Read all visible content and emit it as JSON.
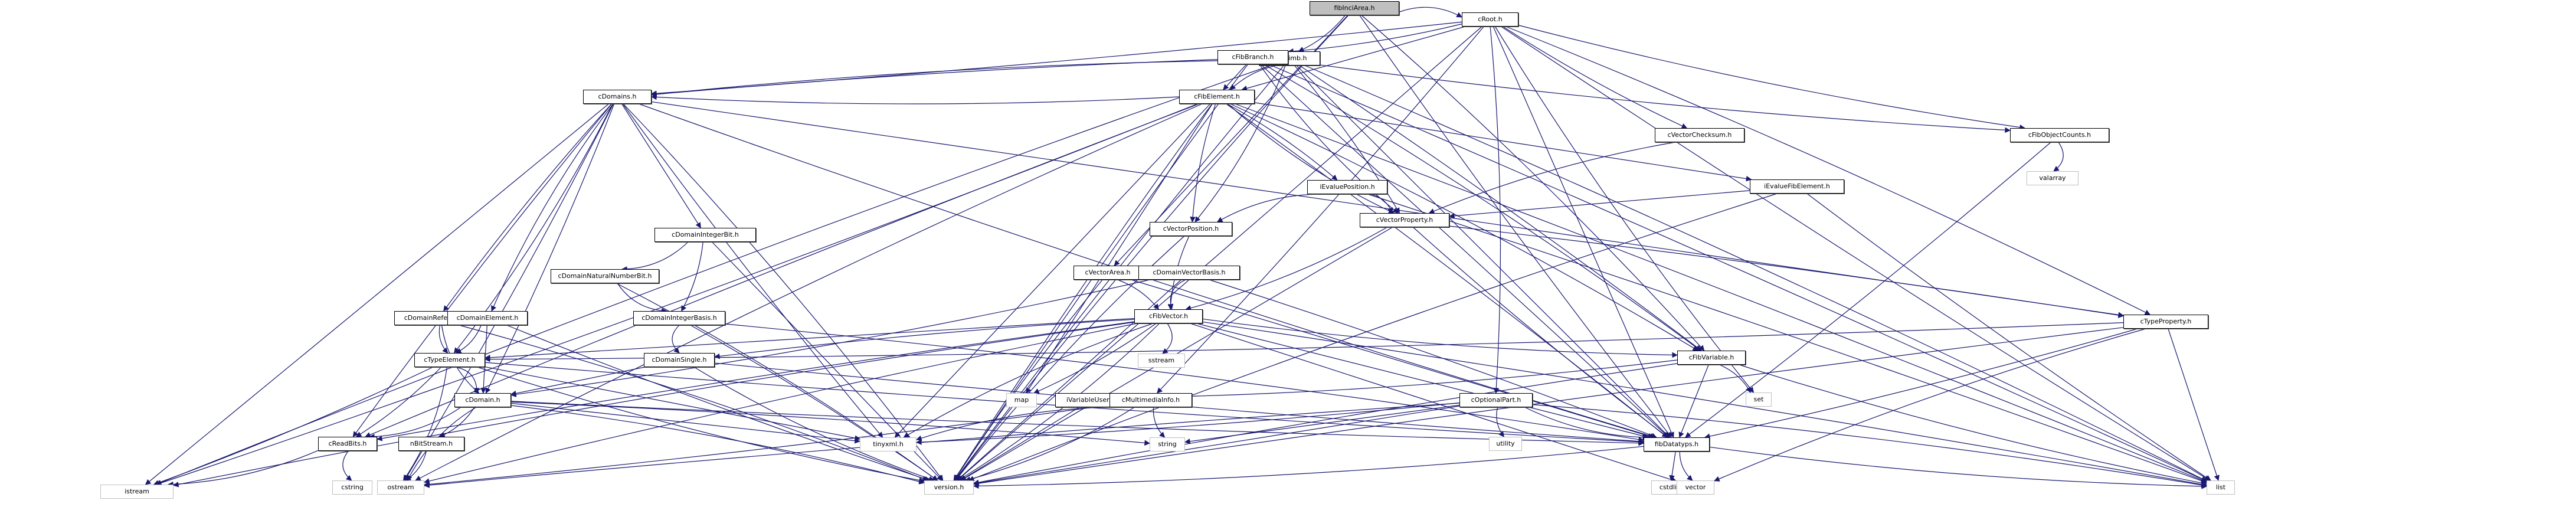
{
  "title": "fibIncitArea.h include dependency graph",
  "colors": {
    "edge": "#191970",
    "node_border": "#000000",
    "system_border": "#bfbfbf",
    "root_fill": "#bfbfbf"
  },
  "nodes": [
    {
      "id": "root",
      "label": "fibInciArea.h",
      "kind": "root"
    },
    {
      "id": "cRoot",
      "label": "cRoot.h",
      "kind": "local"
    },
    {
      "id": "cFibLimb",
      "label": "cFibLimb.h",
      "kind": "local"
    },
    {
      "id": "cFibBranch",
      "label": "cFibBranch.h",
      "kind": "local"
    },
    {
      "id": "cFibElement",
      "label": "cFibElement.h",
      "kind": "local"
    },
    {
      "id": "cVectorChecksum",
      "label": "cVectorChecksum.h",
      "kind": "local"
    },
    {
      "id": "cFibObjectCounts",
      "label": "cFibObjectCounts.h",
      "kind": "local"
    },
    {
      "id": "valarray",
      "label": "valarray",
      "kind": "sys"
    },
    {
      "id": "cDomains",
      "label": "cDomains.h",
      "kind": "local"
    },
    {
      "id": "iEvaluePosition",
      "label": "iEvaluePosition.h",
      "kind": "local"
    },
    {
      "id": "iEvalueFibElement",
      "label": "iEvalueFibElement.h",
      "kind": "local"
    },
    {
      "id": "cDomainIntegerBit",
      "label": "cDomainIntegerBit.h",
      "kind": "local"
    },
    {
      "id": "cVectorPosition",
      "label": "cVectorPosition.h",
      "kind": "local"
    },
    {
      "id": "cVectorProperty",
      "label": "cVectorProperty.h",
      "kind": "local"
    },
    {
      "id": "cDomainNaturalNumberBit",
      "label": "cDomainNaturalNumberBit.h",
      "kind": "local"
    },
    {
      "id": "cVectorArea",
      "label": "cVectorArea.h",
      "kind": "local"
    },
    {
      "id": "cDomainVectorBasis",
      "label": "cDomainVectorBasis.h",
      "kind": "local"
    },
    {
      "id": "cDomainReference",
      "label": "cDomainReference.h",
      "kind": "local"
    },
    {
      "id": "cDomainElement",
      "label": "cDomainElement.h",
      "kind": "local"
    },
    {
      "id": "cDomainIntegerBasis",
      "label": "cDomainIntegerBasis.h",
      "kind": "local"
    },
    {
      "id": "cFibVector",
      "label": "cFibVector.h",
      "kind": "local"
    },
    {
      "id": "cTypeProperty",
      "label": "cTypeProperty.h",
      "kind": "local"
    },
    {
      "id": "cTypeElement",
      "label": "cTypeElement.h",
      "kind": "local"
    },
    {
      "id": "cDomainSingle",
      "label": "cDomainSingle.h",
      "kind": "local"
    },
    {
      "id": "sstream",
      "label": "sstream",
      "kind": "sys"
    },
    {
      "id": "cFibVariable",
      "label": "cFibVariable.h",
      "kind": "local"
    },
    {
      "id": "cDomain",
      "label": "cDomain.h",
      "kind": "local"
    },
    {
      "id": "map",
      "label": "map",
      "kind": "sys"
    },
    {
      "id": "iVariableUser",
      "label": "iVariableUser.h",
      "kind": "local"
    },
    {
      "id": "cMultimediaInfo",
      "label": "cMultimediaInfo.h",
      "kind": "local"
    },
    {
      "id": "cOptionalPart",
      "label": "cOptionalPart.h",
      "kind": "local"
    },
    {
      "id": "set",
      "label": "set",
      "kind": "sys"
    },
    {
      "id": "cReadBits",
      "label": "cReadBits.h",
      "kind": "local"
    },
    {
      "id": "nBitStream",
      "label": "nBitStream.h",
      "kind": "local"
    },
    {
      "id": "tinyxml",
      "label": "tinyxml.h",
      "kind": "sys"
    },
    {
      "id": "string",
      "label": "string",
      "kind": "sys"
    },
    {
      "id": "utility",
      "label": "utility",
      "kind": "sys"
    },
    {
      "id": "fibDatatyps",
      "label": "fibDatatyps.h",
      "kind": "local"
    },
    {
      "id": "istream",
      "label": "istream",
      "kind": "sys"
    },
    {
      "id": "cstring",
      "label": "cstring",
      "kind": "sys"
    },
    {
      "id": "ostream",
      "label": "ostream",
      "kind": "sys"
    },
    {
      "id": "version",
      "label": "version.h",
      "kind": "sys"
    },
    {
      "id": "cstdlib",
      "label": "cstdlib",
      "kind": "sys"
    },
    {
      "id": "vector",
      "label": "vector",
      "kind": "sys"
    },
    {
      "id": "list",
      "label": "list",
      "kind": "sys"
    }
  ],
  "edges": [
    [
      "root",
      "cRoot"
    ],
    [
      "root",
      "cFibLimb"
    ],
    [
      "root",
      "cVectorArea"
    ],
    [
      "root",
      "fibDatatyps"
    ],
    [
      "root",
      "version"
    ],
    [
      "root",
      "cFibVariable"
    ],
    [
      "cRoot",
      "cFibBranch"
    ],
    [
      "cRoot",
      "cFibElement"
    ],
    [
      "cRoot",
      "cVectorChecksum"
    ],
    [
      "cRoot",
      "cFibObjectCounts"
    ],
    [
      "cRoot",
      "cTypeProperty"
    ],
    [
      "cRoot",
      "cDomains"
    ],
    [
      "cRoot",
      "fibDatatyps"
    ],
    [
      "cRoot",
      "list"
    ],
    [
      "cRoot",
      "set"
    ],
    [
      "cRoot",
      "cOptionalPart"
    ],
    [
      "cRoot",
      "cMultimediaInfo"
    ],
    [
      "cRoot",
      "version"
    ],
    [
      "cFibLimb",
      "cFibElement"
    ],
    [
      "cFibLimb",
      "cDomains"
    ],
    [
      "cFibLimb",
      "cVectorPosition"
    ],
    [
      "cFibLimb",
      "cVectorProperty"
    ],
    [
      "cFibLimb",
      "fibDatatyps"
    ],
    [
      "cFibLimb",
      "version"
    ],
    [
      "cFibLimb",
      "istream"
    ],
    [
      "cFibLimb",
      "list"
    ],
    [
      "cFibLimb",
      "cFibVariable"
    ],
    [
      "cFibBranch",
      "cFibElement"
    ],
    [
      "cFibBranch",
      "cDomains"
    ],
    [
      "cFibBranch",
      "cVectorProperty"
    ],
    [
      "cFibBranch",
      "cFibVariable"
    ],
    [
      "cFibBranch",
      "list"
    ],
    [
      "cFibBranch",
      "fibDatatyps"
    ],
    [
      "cFibBranch",
      "version"
    ],
    [
      "cFibBranch",
      "cFibObjectCounts"
    ],
    [
      "cFibElement",
      "cDomains"
    ],
    [
      "cFibElement",
      "iEvaluePosition"
    ],
    [
      "cFibElement",
      "iEvalueFibElement"
    ],
    [
      "cFibElement",
      "cVectorPosition"
    ],
    [
      "cFibElement",
      "cVectorProperty"
    ],
    [
      "cFibElement",
      "cFibVariable"
    ],
    [
      "cFibElement",
      "fibDatatyps"
    ],
    [
      "cFibElement",
      "tinyxml"
    ],
    [
      "cFibElement",
      "cReadBits"
    ],
    [
      "cFibElement",
      "ostream"
    ],
    [
      "cFibElement",
      "istream"
    ],
    [
      "cFibElement",
      "list"
    ],
    [
      "cFibElement",
      "map"
    ],
    [
      "cFibElement",
      "version"
    ],
    [
      "cVectorChecksum",
      "cVectorProperty"
    ],
    [
      "cFibObjectCounts",
      "valarray"
    ],
    [
      "cFibObjectCounts",
      "fibDatatyps"
    ],
    [
      "cDomains",
      "cDomainIntegerBit"
    ],
    [
      "cDomains",
      "cDomainReference"
    ],
    [
      "cDomains",
      "cDomainElement"
    ],
    [
      "cDomains",
      "cTypeElement"
    ],
    [
      "cDomains",
      "cDomain"
    ],
    [
      "cDomains",
      "cTypeProperty"
    ],
    [
      "cDomains",
      "cReadBits"
    ],
    [
      "cDomains",
      "fibDatatyps"
    ],
    [
      "cDomains",
      "version"
    ],
    [
      "cDomains",
      "ostream"
    ],
    [
      "cDomains",
      "istream"
    ],
    [
      "cDomains",
      "tinyxml"
    ],
    [
      "iEvaluePosition",
      "cVectorPosition"
    ],
    [
      "iEvaluePosition",
      "cVectorProperty"
    ],
    [
      "iEvaluePosition",
      "list"
    ],
    [
      "iEvalueFibElement",
      "cVectorProperty"
    ],
    [
      "iEvalueFibElement",
      "list"
    ],
    [
      "iEvalueFibElement",
      "version"
    ],
    [
      "cDomainIntegerBit",
      "cDomainNaturalNumberBit"
    ],
    [
      "cDomainIntegerBit",
      "cDomainIntegerBasis"
    ],
    [
      "cDomainIntegerBit",
      "version"
    ],
    [
      "cVectorPosition",
      "cFibVector"
    ],
    [
      "cVectorPosition",
      "version"
    ],
    [
      "cVectorProperty",
      "cFibVector"
    ],
    [
      "cVectorProperty",
      "cTypeProperty"
    ],
    [
      "cVectorProperty",
      "version"
    ],
    [
      "cVectorProperty",
      "fibDatatyps"
    ],
    [
      "cDomainNaturalNumberBit",
      "cDomainIntegerBasis"
    ],
    [
      "cDomainNaturalNumberBit",
      "version"
    ],
    [
      "cVectorArea",
      "cFibVector"
    ],
    [
      "cVectorArea",
      "fibDatatyps"
    ],
    [
      "cVectorArea",
      "version"
    ],
    [
      "cDomainVectorBasis",
      "cFibVector"
    ],
    [
      "cDomainVectorBasis",
      "cDomain"
    ],
    [
      "cDomainVectorBasis",
      "fibDatatyps"
    ],
    [
      "cDomainVectorBasis",
      "version"
    ],
    [
      "cDomainReference",
      "cTypeElement"
    ],
    [
      "cDomainReference",
      "cDomain"
    ],
    [
      "cDomainReference",
      "version"
    ],
    [
      "cDomainElement",
      "cTypeElement"
    ],
    [
      "cDomainElement",
      "cDomain"
    ],
    [
      "cDomainElement",
      "version"
    ],
    [
      "cDomainIntegerBasis",
      "cDomainSingle"
    ],
    [
      "cDomainIntegerBasis",
      "fibDatatyps"
    ],
    [
      "cDomainIntegerBasis",
      "version"
    ],
    [
      "cFibVector",
      "cTypeElement"
    ],
    [
      "cFibVector",
      "cDomainSingle"
    ],
    [
      "cFibVector",
      "cFibVariable"
    ],
    [
      "cFibVector",
      "sstream"
    ],
    [
      "cFibVector",
      "map"
    ],
    [
      "cFibVector",
      "fibDatatyps"
    ],
    [
      "cFibVector",
      "cReadBits"
    ],
    [
      "cFibVector",
      "tinyxml"
    ],
    [
      "cFibVector",
      "version"
    ],
    [
      "cFibVector",
      "list"
    ],
    [
      "cFibVector",
      "vector"
    ],
    [
      "cFibVector",
      "ostream"
    ],
    [
      "cFibVector",
      "istream"
    ],
    [
      "cTypeProperty",
      "cTypeElement"
    ],
    [
      "cTypeProperty",
      "fibDatatyps"
    ],
    [
      "cTypeProperty",
      "list"
    ],
    [
      "cTypeProperty",
      "version"
    ],
    [
      "cTypeProperty",
      "vector"
    ],
    [
      "cTypeElement",
      "cDomain"
    ],
    [
      "cTypeElement",
      "cReadBits"
    ],
    [
      "cTypeElement",
      "tinyxml"
    ],
    [
      "cTypeElement",
      "fibDatatyps"
    ],
    [
      "cTypeElement",
      "version"
    ],
    [
      "cTypeElement",
      "ostream"
    ],
    [
      "cTypeElement",
      "istream"
    ],
    [
      "cDomainSingle",
      "cDomain"
    ],
    [
      "cDomainSingle",
      "fibDatatyps"
    ],
    [
      "cDomainSingle",
      "version"
    ],
    [
      "cFibVariable",
      "iVariableUser"
    ],
    [
      "cFibVariable",
      "set"
    ],
    [
      "cFibVariable",
      "fibDatatyps"
    ],
    [
      "cFibVariable",
      "version"
    ],
    [
      "cFibVariable",
      "list"
    ],
    [
      "cDomain",
      "cReadBits"
    ],
    [
      "cDomain",
      "nBitStream"
    ],
    [
      "cDomain",
      "tinyxml"
    ],
    [
      "cDomain",
      "fibDatatyps"
    ],
    [
      "cDomain",
      "ostream"
    ],
    [
      "cDomain",
      "version"
    ],
    [
      "cDomain",
      "string"
    ],
    [
      "iVariableUser",
      "version"
    ],
    [
      "cMultimediaInfo",
      "string"
    ],
    [
      "cMultimediaInfo",
      "tinyxml"
    ],
    [
      "cMultimediaInfo",
      "version"
    ],
    [
      "cMultimediaInfo",
      "ostream"
    ],
    [
      "cOptionalPart",
      "string"
    ],
    [
      "cOptionalPart",
      "utility"
    ],
    [
      "cOptionalPart",
      "fibDatatyps"
    ],
    [
      "cOptionalPart",
      "list"
    ],
    [
      "cOptionalPart",
      "tinyxml"
    ],
    [
      "cOptionalPart",
      "version"
    ],
    [
      "cOptionalPart",
      "ostream"
    ],
    [
      "cReadBits",
      "cstring"
    ],
    [
      "cReadBits",
      "istream"
    ],
    [
      "nBitStream",
      "ostream"
    ],
    [
      "fibDatatyps",
      "cstdlib"
    ],
    [
      "fibDatatyps",
      "vector"
    ],
    [
      "fibDatatyps",
      "list"
    ],
    [
      "fibDatatyps",
      "version"
    ]
  ]
}
